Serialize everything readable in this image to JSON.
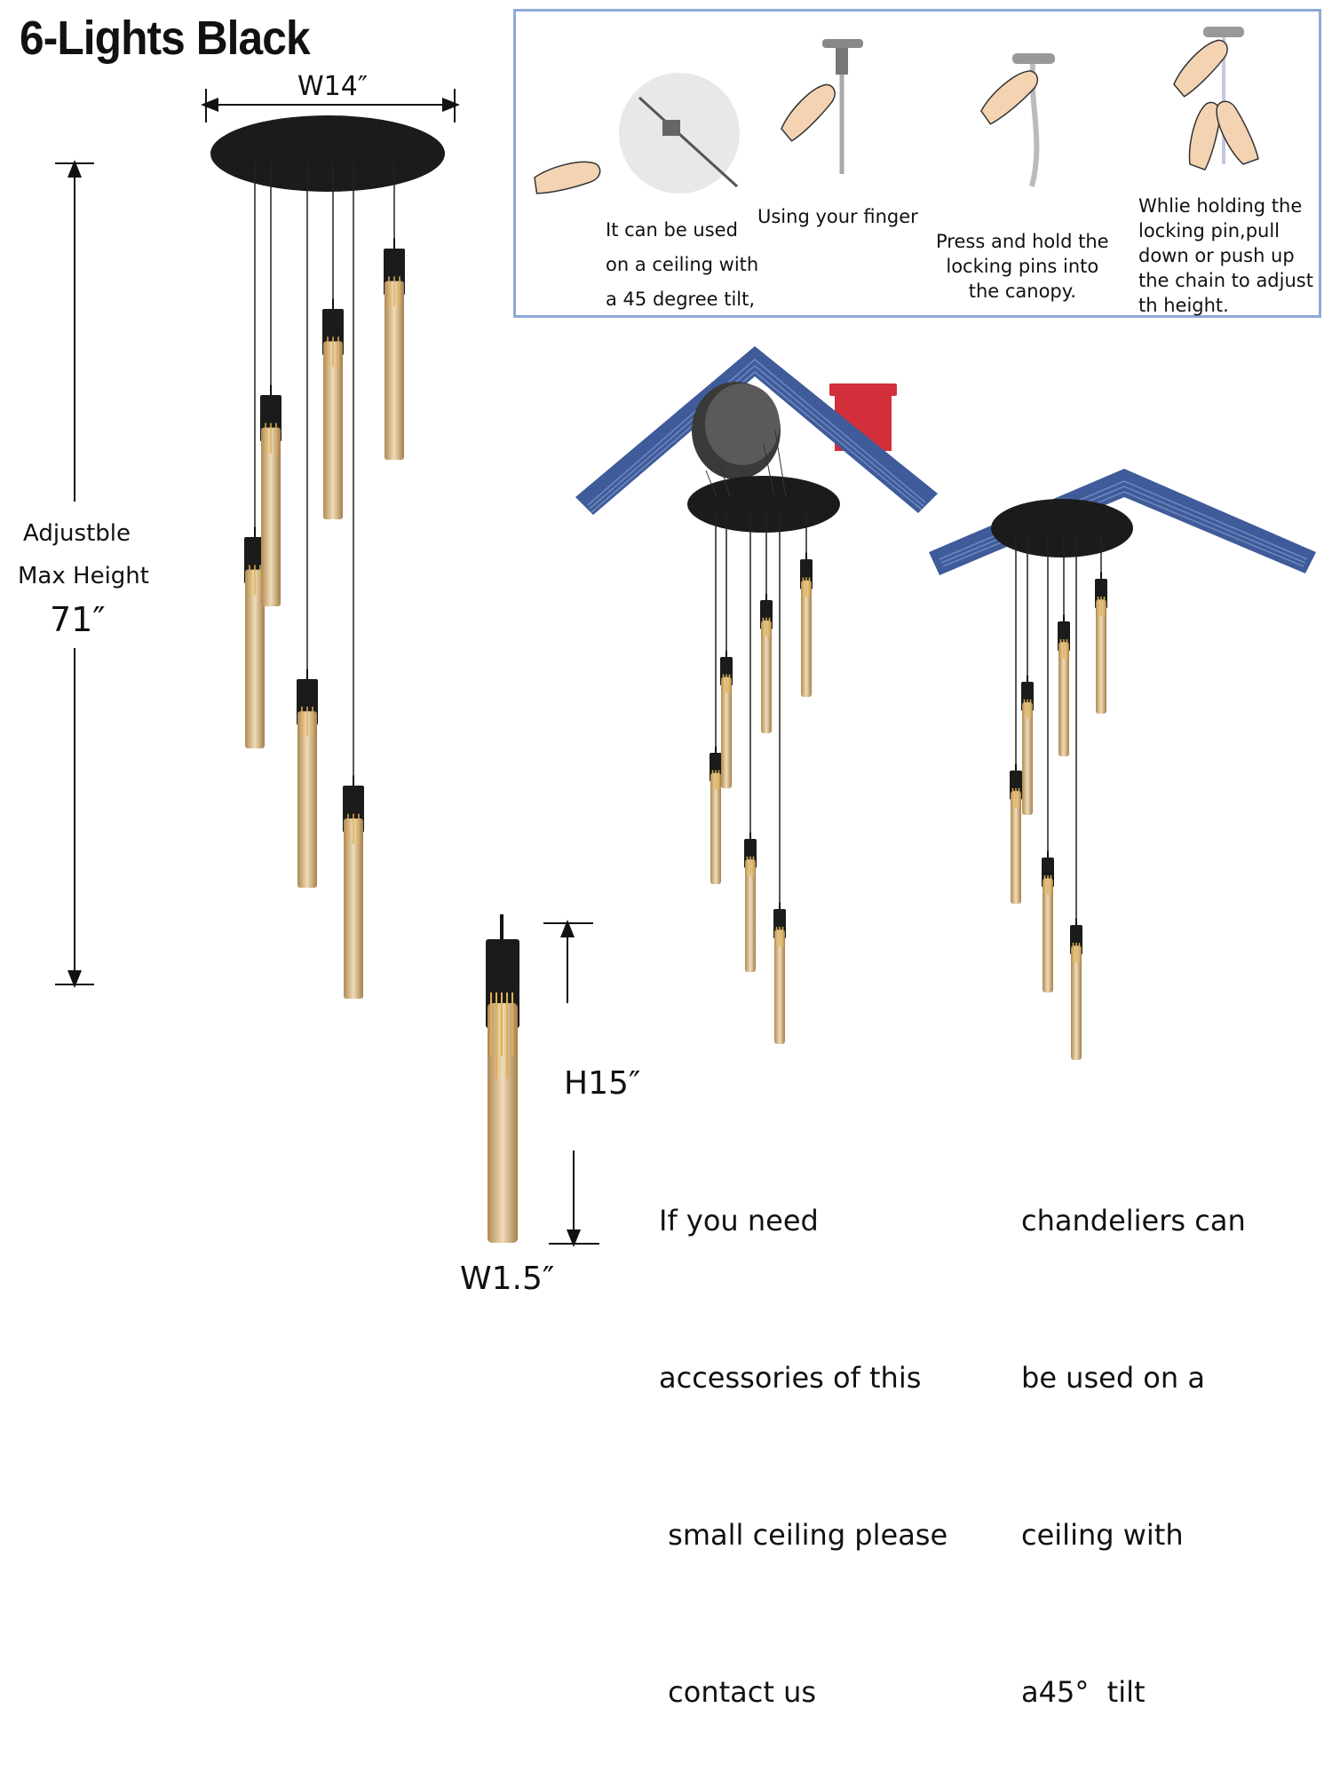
{
  "title": "6-Lights Black",
  "dimensions": {
    "canopy_width": "W14″",
    "max_height_line1": "Adjustble",
    "max_height_line2": "Max Height",
    "max_height_value": "71″",
    "pendant_height": "H15″",
    "pendant_width": "W1.5″"
  },
  "installation_steps": [
    {
      "lines": [
        "It can be used",
        "on a ceiling with",
        "a 45 degree tilt,"
      ]
    },
    {
      "lines": [
        "Using your finger"
      ]
    },
    {
      "lines": [
        "Press and hold the",
        "locking pins into",
        "the canopy."
      ]
    },
    {
      "lines": [
        "Whlie holding the",
        "locking pin,pull",
        "down or push up",
        "the chain to adjust",
        "th height."
      ]
    }
  ],
  "notes": {
    "accessories": [
      "If you need",
      "accessories of this",
      " small ceiling please",
      " contact us"
    ],
    "tilt": [
      "chandeliers can",
      "be used on a",
      "ceiling with",
      "a45°  tilt"
    ]
  },
  "colors": {
    "roof": "#3f5b9a",
    "chimney": "#d32f3a",
    "canopy": "#1b1b1b",
    "glass": "#d9b98a",
    "guide_border": "#8ea9d6"
  }
}
